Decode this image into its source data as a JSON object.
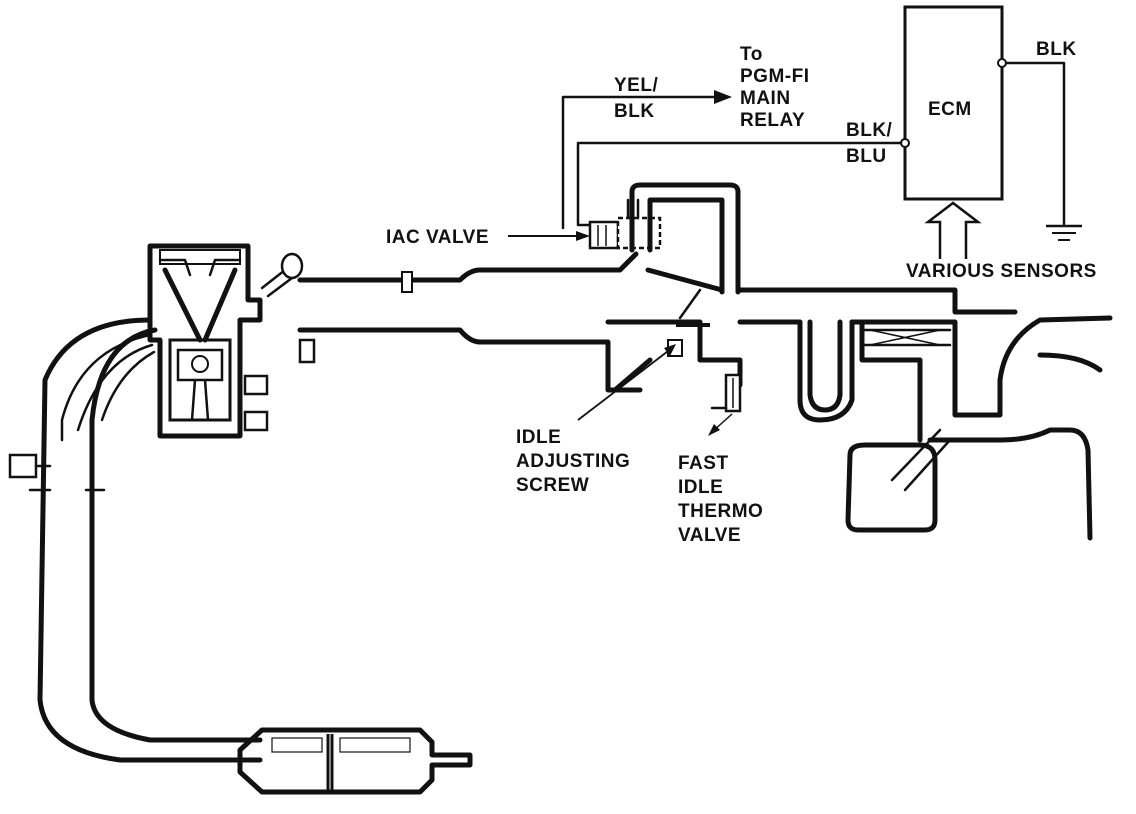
{
  "labels": {
    "ecm": "ECM",
    "blk_top": "BLK",
    "yel_blk": "YEL/\nBLK",
    "to_relay": "To\nPGM-FI\nMAIN\nRELAY",
    "blk_blu": "BLK/\nBLU",
    "iac_valve": "IAC VALVE",
    "various_sensors": "VARIOUS SENSORS",
    "idle_adjusting_screw": "IDLE\nADJUSTING\nSCREW",
    "fast_idle_thermo_valve": "FAST\nIDLE\nTHERMO\nVALVE"
  }
}
